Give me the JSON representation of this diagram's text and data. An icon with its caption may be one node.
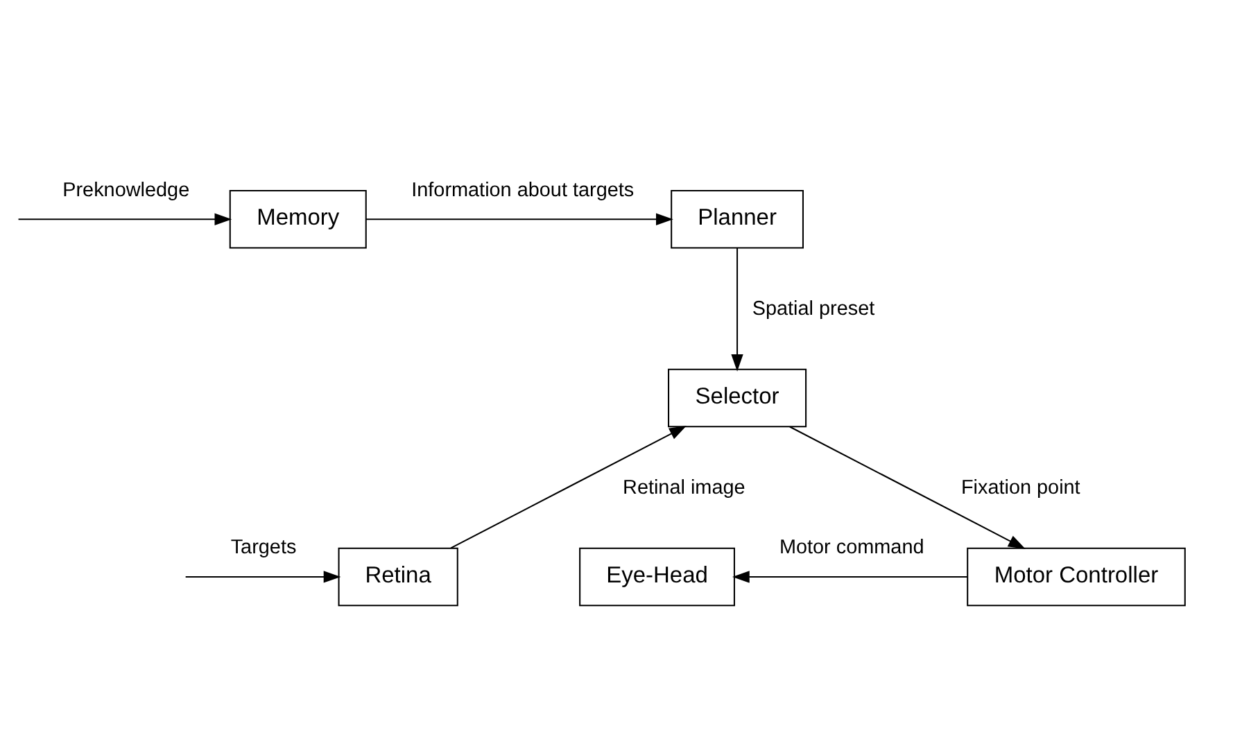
{
  "diagram": {
    "nodes": [
      {
        "text": [
          "Memory"
        ]
      },
      {
        "text": [
          "Planner"
        ]
      },
      {
        "text": [
          "Selector"
        ]
      },
      {
        "text": [
          "Retina"
        ]
      },
      {
        "text": [
          "Eye-Head"
        ]
      },
      {
        "text": [
          "Motor Controller"
        ]
      }
    ],
    "edges": [
      {
        "from": null,
        "to": 0,
        "arrow": "to",
        "label": "Preknowledge"
      },
      {
        "from": 0,
        "to": 1,
        "arrow": "to",
        "label": "Information about targets"
      },
      {
        "from": 1,
        "to": 2,
        "arrow": "to",
        "label": "Spatial preset"
      },
      {
        "from": 3,
        "to": 2,
        "arrow": "to",
        "label": "Retinal image"
      },
      {
        "from": 2,
        "to": 5,
        "arrow": "to",
        "label": "Fixation point"
      },
      {
        "from": 5,
        "to": 4,
        "arrow": "to",
        "label": "Motor command"
      },
      {
        "from": null,
        "to": 3,
        "arrow": "to",
        "label": "Targets"
      }
    ]
  }
}
